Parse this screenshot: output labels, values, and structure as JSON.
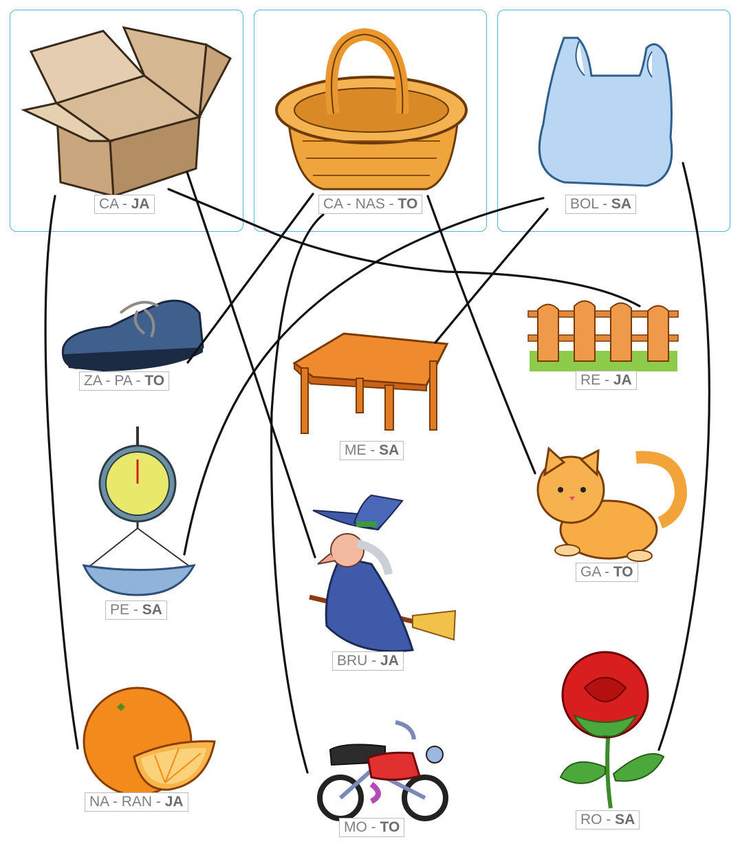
{
  "words": {
    "caja": {
      "s1": "CA",
      "sep1": " - ",
      "s2": "JA"
    },
    "canasto": {
      "s1": "CA",
      "sep1": " - ",
      "s2": "NAS",
      "sep2": " - ",
      "s3": "TO"
    },
    "bolsa": {
      "s1": "BOL",
      "sep1": " - ",
      "s2": "SA"
    },
    "zapato": {
      "s1": "ZA",
      "sep1": " - ",
      "s2": "PA",
      "sep2": " - ",
      "s3": "TO"
    },
    "mesa": {
      "s1": "ME",
      "sep1": " - ",
      "s2": "SA"
    },
    "reja": {
      "s1": "RE",
      "sep1": " - ",
      "s2": "JA"
    },
    "pesa": {
      "s1": "PE",
      "sep1": " - ",
      "s2": "SA"
    },
    "gato": {
      "s1": "GA",
      "sep1": " - ",
      "s2": "TO"
    },
    "bruja": {
      "s1": "BRU",
      "sep1": " - ",
      "s2": "JA"
    },
    "naranja": {
      "s1": "NA",
      "sep1": " - ",
      "s2": "RAN",
      "sep2": " - ",
      "s3": "JA"
    },
    "moto": {
      "s1": "MO",
      "sep1": " - ",
      "s2": "TO"
    },
    "rosa": {
      "s1": "RO",
      "sep1": " - ",
      "s2": "SA"
    }
  },
  "colors": {
    "box_border": "#4bb6d9",
    "line": "#111111",
    "label_text": "#7f7f7f"
  },
  "icons": [
    "box-icon",
    "basket-icon",
    "plastic-bag-icon",
    "shoe-icon",
    "table-icon",
    "fence-icon",
    "scale-icon",
    "cat-icon",
    "witch-icon",
    "orange-icon",
    "motorcycle-icon",
    "rose-icon"
  ]
}
